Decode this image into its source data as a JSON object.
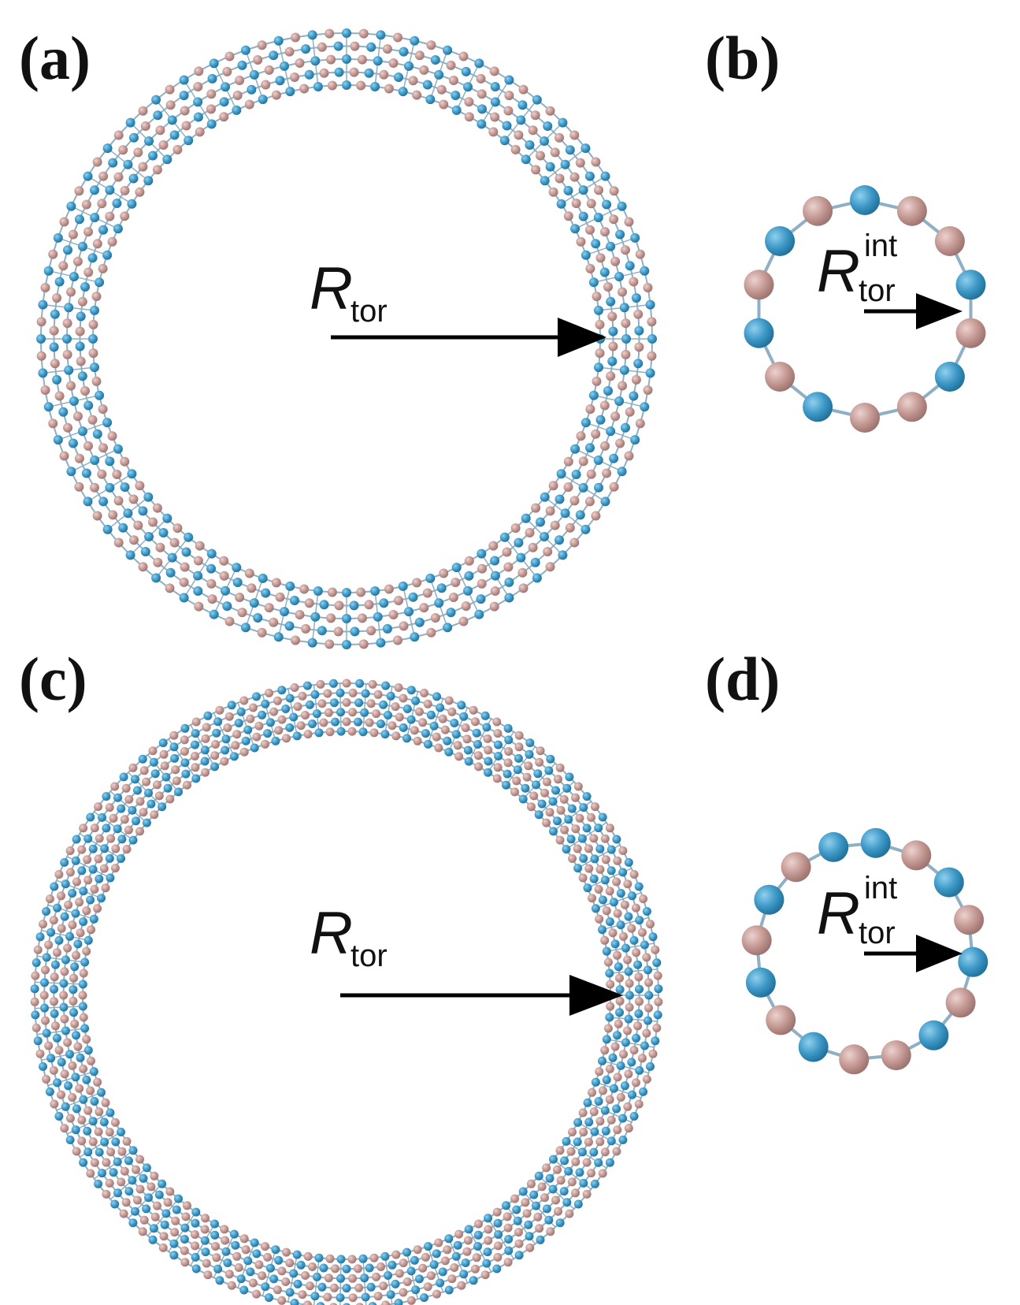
{
  "colors": {
    "atom_blue": "#4a9bc4",
    "atom_pink": "#c7a09c",
    "bond": "#8fb0c4",
    "arrow": "#000000"
  },
  "panels": {
    "a": {
      "label": "(a)",
      "radius_symbol": "R",
      "radius_subscript": "tor"
    },
    "b": {
      "label": "(b)",
      "radius_symbol": "R",
      "radius_subscript": "tor",
      "radius_superscript": "int"
    },
    "c": {
      "label": "(c)",
      "radius_symbol": "R",
      "radius_subscript": "tor"
    },
    "d": {
      "label": "(d)",
      "radius_symbol": "R",
      "radius_subscript": "tor",
      "radius_superscript": "int"
    }
  }
}
